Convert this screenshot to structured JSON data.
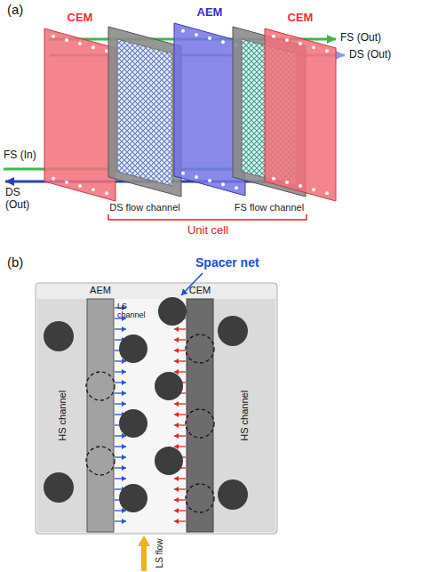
{
  "diagram": {
    "nodes": [
      {
        "text": [
          "CEM"
        ]
      },
      {
        "text": [
          "DS flow channel"
        ]
      },
      {
        "text": [
          "AEM"
        ]
      },
      {
        "text": [
          "FS flow channel"
        ]
      },
      {
        "text": [
          "CEM"
        ]
      },
      {
        "text": [
          "HS channel"
        ]
      },
      {
        "text": [
          "AEM"
        ]
      },
      {
        "text": [
          "LS channel"
        ]
      },
      {
        "text": [
          "CEM"
        ]
      },
      {
        "text": [
          "HS channel"
        ]
      }
    ],
    "labels": [
      "(a)",
      "FS (Out)",
      "DS (Out)",
      "FS (In)",
      "DS (Out)",
      "Unit cell",
      "(b)",
      "Spacer net",
      "LS flow"
    ]
  }
}
